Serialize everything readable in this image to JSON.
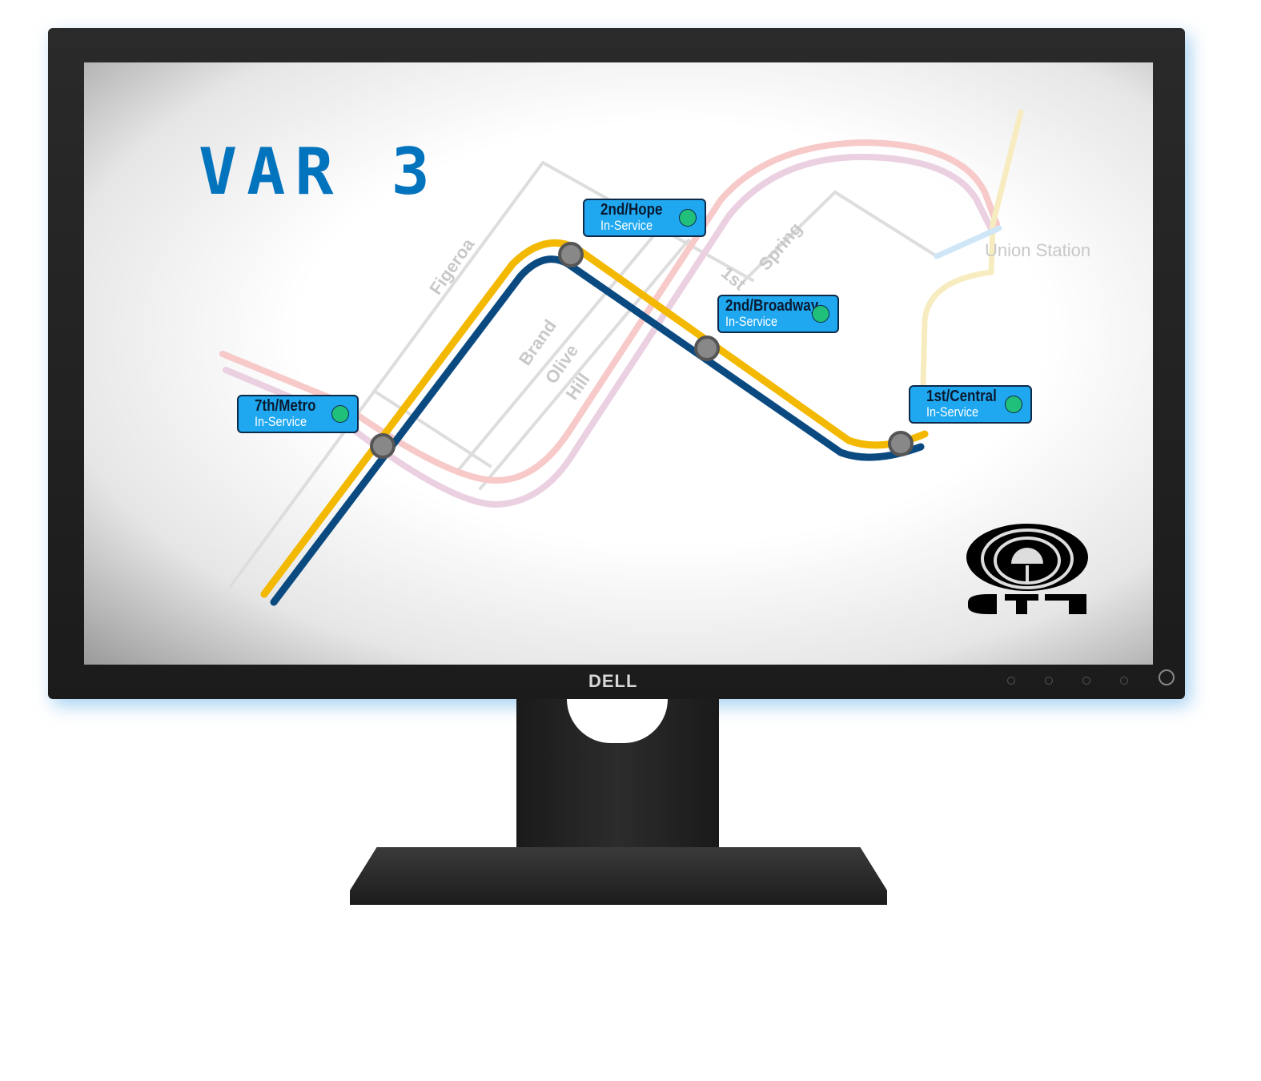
{
  "screen_title": "VAR 3",
  "monitor_brand": "DELL",
  "streets": [
    "Figeroa",
    "Brand",
    "Olive",
    "Hill",
    "1st",
    "Spring"
  ],
  "landmark": "Union Station",
  "logo_text": "CTI",
  "stations": [
    {
      "name": "7th/Metro",
      "status": "In-Service"
    },
    {
      "name": "2nd/Hope",
      "status": "In-Service"
    },
    {
      "name": "2nd/Broadway",
      "status": "In-Service"
    },
    {
      "name": "1st/Central",
      "status": "In-Service"
    }
  ],
  "colors": {
    "line_gold": "#f3b800",
    "line_blue": "#0a4a80",
    "label_bg": "#1fa8f0",
    "status_ok": "#21c07a",
    "title": "#0273bd"
  }
}
